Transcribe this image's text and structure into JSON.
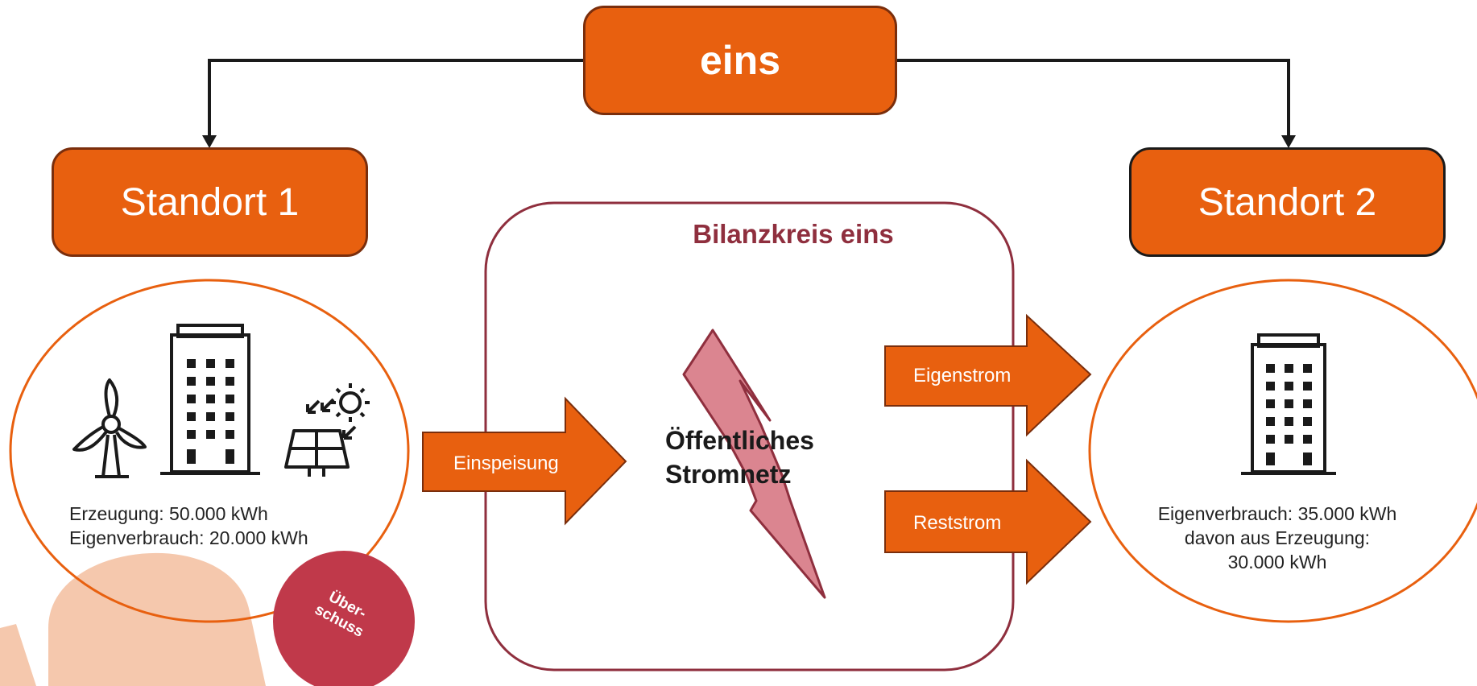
{
  "top": {
    "label": "eins"
  },
  "standort1": {
    "label": "Standort 1",
    "erzeugung": "Erzeugung: 50.000 kWh",
    "eigenverbrauch": "Eigenverbrauch:  20.000 kWh",
    "badge_line1": "Über-",
    "badge_line2": "schuss",
    "icons": [
      "wind-turbine-icon",
      "office-building-icon",
      "solar-panel-icon"
    ]
  },
  "bilanzkreis": {
    "title": "Bilanzkreis eins",
    "netz_line1": "Öffentliches",
    "netz_line2": "Stromnetz"
  },
  "arrows": {
    "einspeisung": "Einspeisung",
    "eigenstrom": "Eigenstrom",
    "reststrom": "Reststrom"
  },
  "standort2": {
    "label": "Standort 2",
    "line1": "Eigenverbrauch:  35.000 kWh",
    "line2": "davon aus Erzeugung:",
    "line3": "30.000 kWh",
    "icons": [
      "office-building-icon"
    ]
  },
  "colors": {
    "orange": "#e8600f",
    "dark_red": "#8f2f3e",
    "badge": "#c0394a",
    "peach": "#f5c8ad",
    "lightning": "#db8590"
  }
}
